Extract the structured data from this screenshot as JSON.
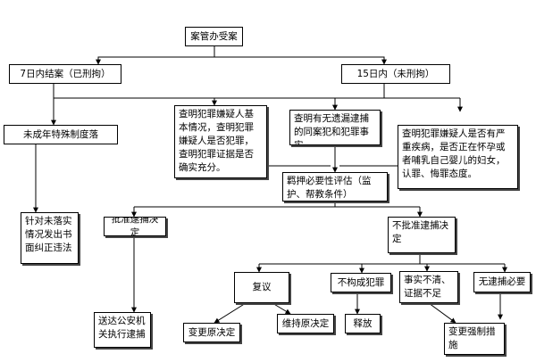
{
  "nodes": {
    "start": "案管办受案",
    "branch_7day": "7日内结案（已刑拘）",
    "branch_15day": "15日内（未刑拘）",
    "minor_system": "未成年特殊制度落",
    "investigate_suspect": "查明犯罪嫌疑人基本情况，查明犯罪嫌疑人是否犯罪，查明犯罪证据是否确实充分。",
    "check_accomplices": "查明有无遗漏逮捕的同案犯和犯罪事实",
    "check_illness": "查明犯罪嫌疑人是否有严重疾病，是否正在怀孕或者哺乳自己婴儿的妇女，认罪、悔罪态度。",
    "necessity_eval": "羁押必要性评估（监护、帮教条件）",
    "correct_violation": "针对未落实情况发出书面纠正违法",
    "approve_arrest": "批准逮捕决定",
    "not_approve_arrest": "不批准逮捕决定",
    "reconsider": "复议",
    "not_crime": "不构成犯罪",
    "facts_unclear": "事实不清、证据不足",
    "no_necessity": "无逮捕必要",
    "deliver_police": "送达公安机关执行逮捕",
    "change_decision": "变更原决定",
    "maintain_decision": "维持原决定",
    "release": "释放",
    "change_measure": "变更强制措施"
  },
  "colors": {
    "line": "#000000",
    "box_border": "#000000"
  }
}
